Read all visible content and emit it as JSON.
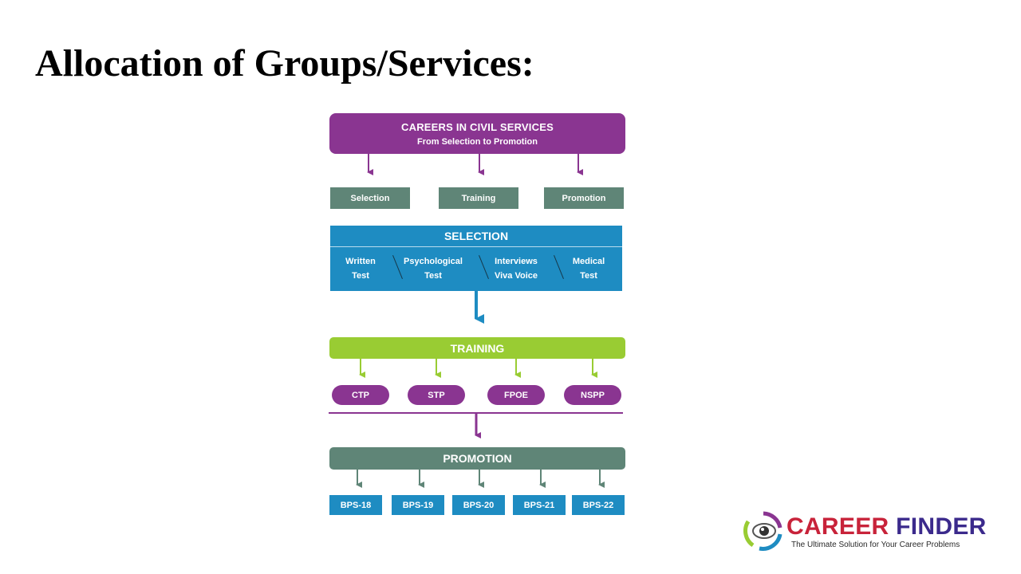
{
  "slide_title": "Allocation of Groups/Services:",
  "diagram": {
    "header": {
      "title": "CAREERS IN CIVIL SERVICES",
      "subtitle": "From Selection to Promotion"
    },
    "stages": [
      "Selection",
      "Training",
      "Promotion"
    ],
    "selection": {
      "title": "SELECTION",
      "items": [
        {
          "line1": "Written",
          "line2": "Test"
        },
        {
          "line1": "Psychological",
          "line2": "Test"
        },
        {
          "line1": "Interviews",
          "line2": "Viva Voice"
        },
        {
          "line1": "Medical",
          "line2": "Test"
        }
      ]
    },
    "training": {
      "title": "TRAINING",
      "programs": [
        "CTP",
        "STP",
        "FPOE",
        "NSPP"
      ]
    },
    "promotion": {
      "title": "PROMOTION",
      "grades": [
        "BPS-18",
        "BPS-19",
        "BPS-20",
        "BPS-21",
        "BPS-22"
      ]
    }
  },
  "colors": {
    "purple": "#8a3591",
    "gray_green": "#5f8577",
    "blue": "#1e8cc2",
    "green": "#99cc33"
  },
  "logo": {
    "name_part1": "CAREER",
    "name_part2": "FINDER",
    "tagline": "The Ultimate Solution for Your Career Problems"
  }
}
